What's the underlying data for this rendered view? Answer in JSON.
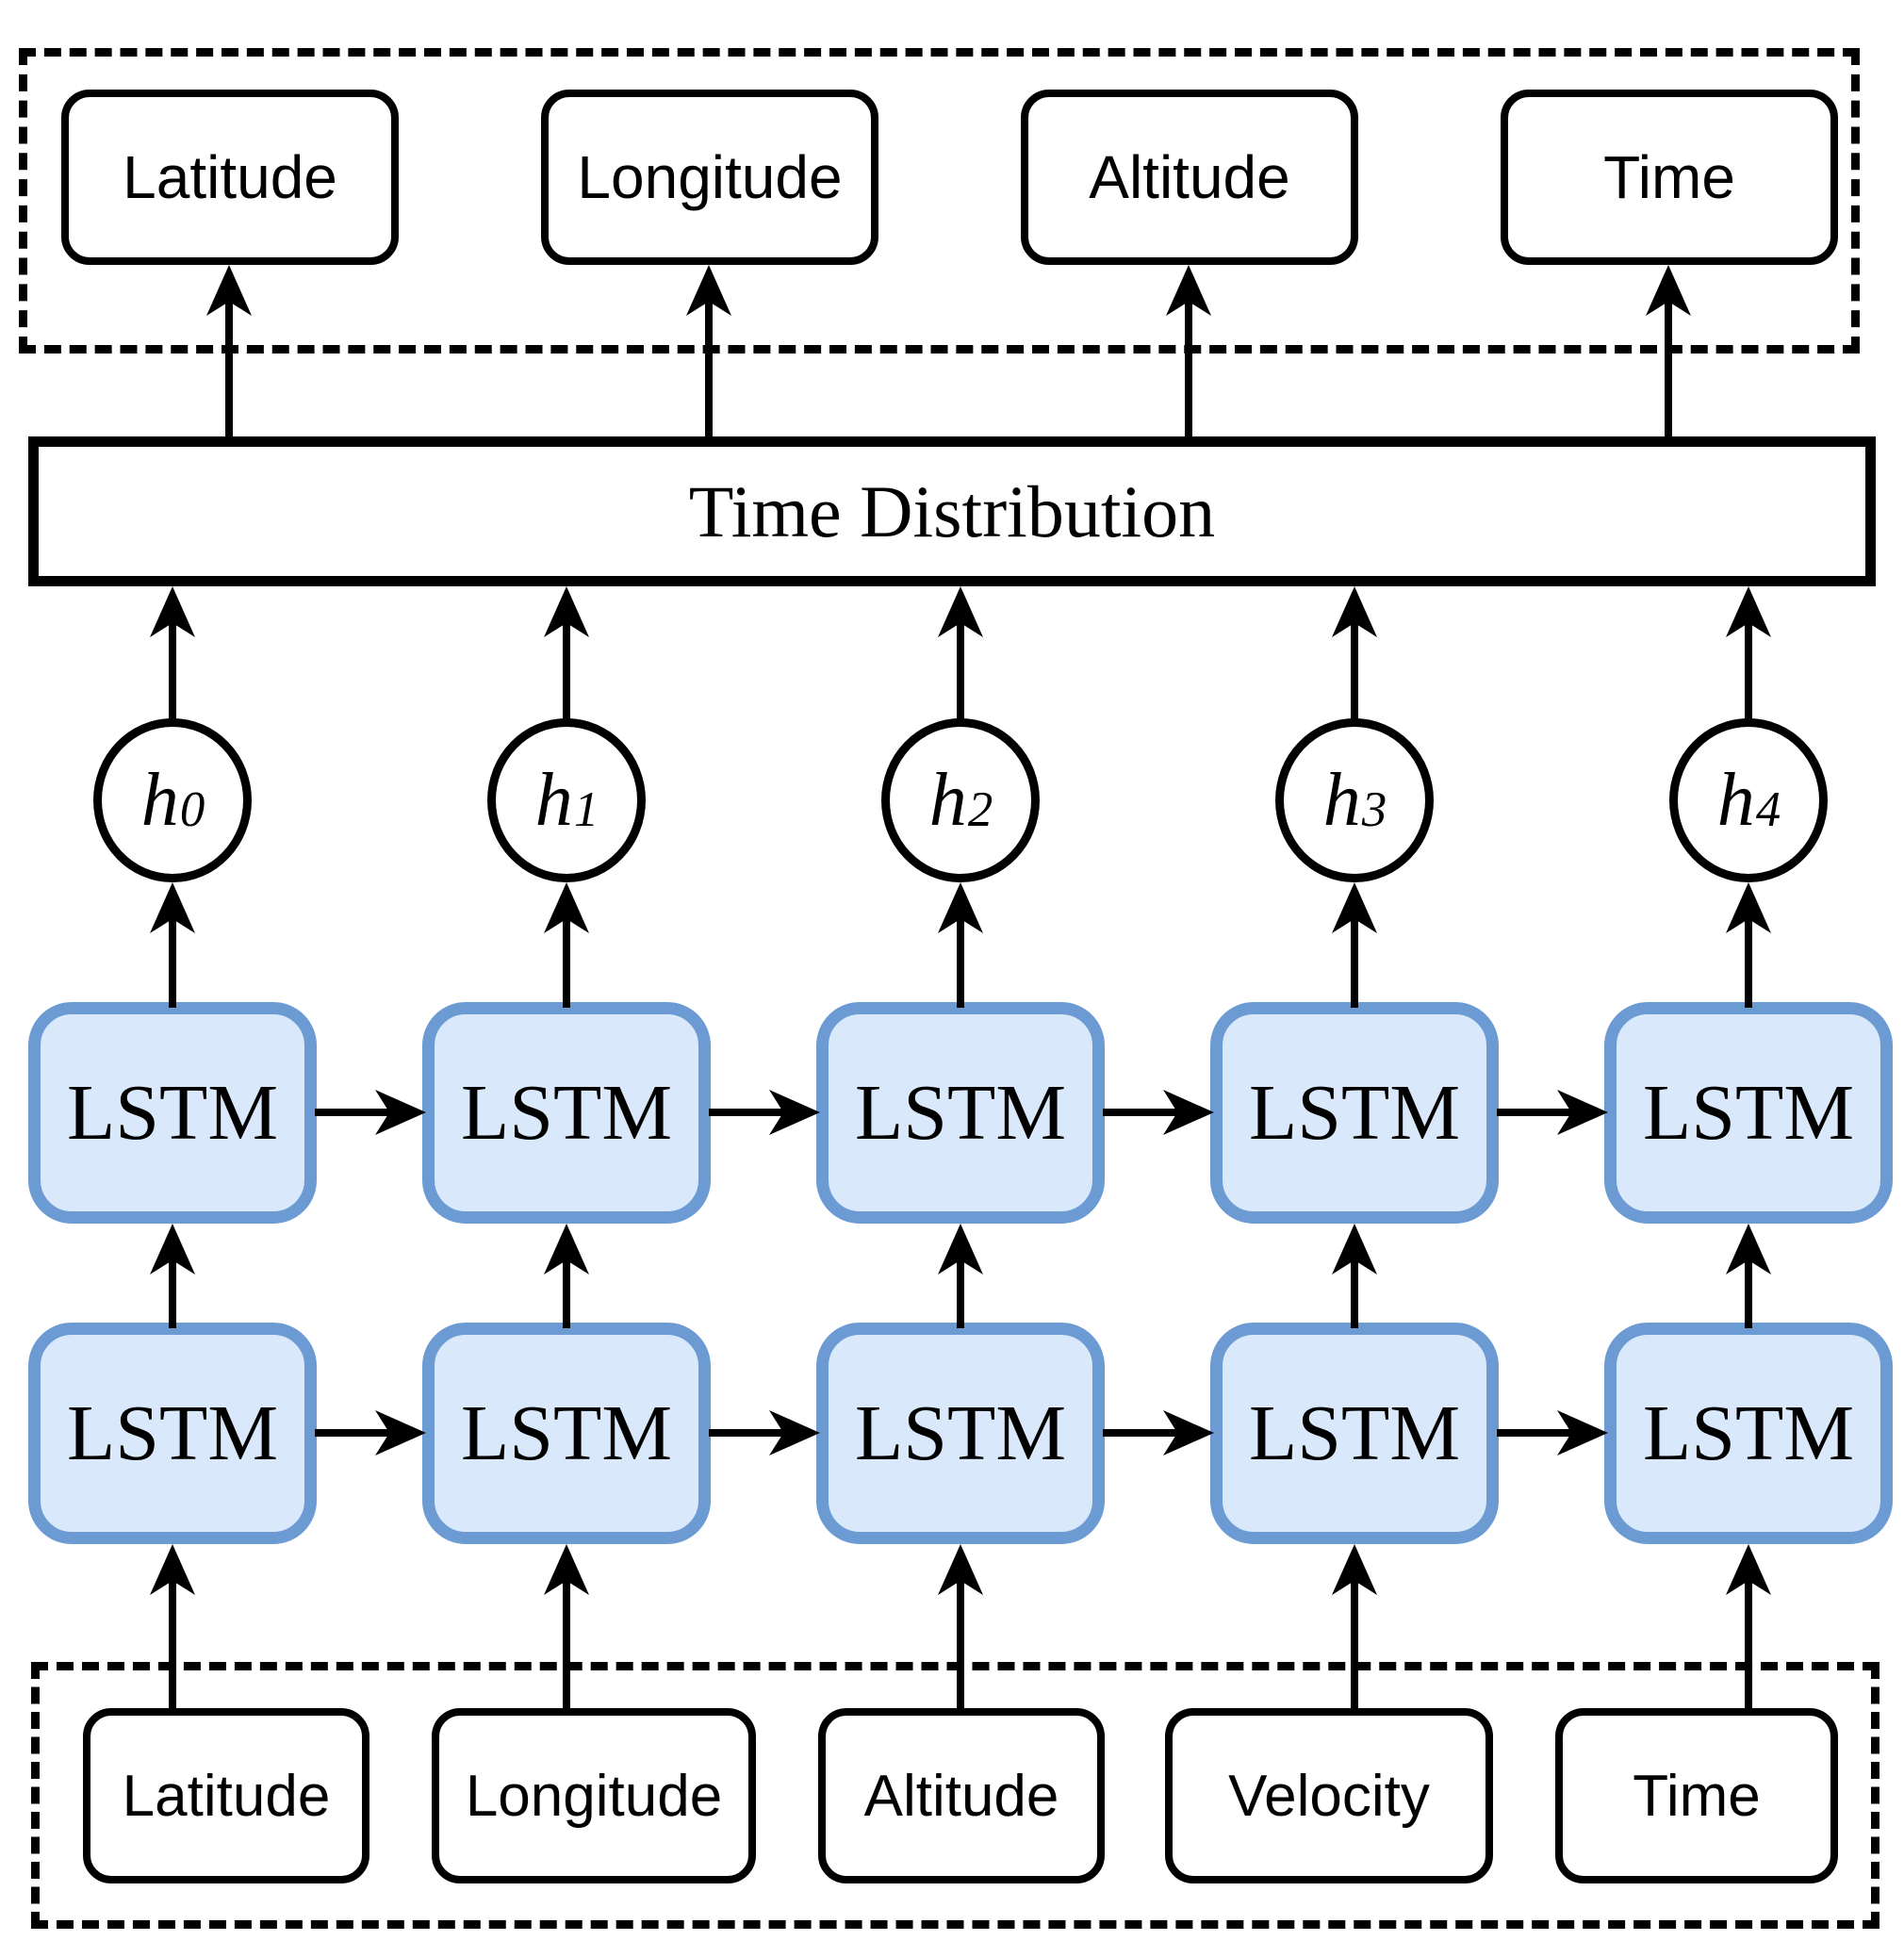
{
  "diagram": {
    "type": "lstm-architecture",
    "output_layer": {
      "boxes": [
        "Latitude",
        "Longitude",
        "Altitude",
        "Time"
      ]
    },
    "time_distribution": {
      "label": "Time Distribution"
    },
    "hidden_states": [
      {
        "base": "h",
        "sub": "0"
      },
      {
        "base": "h",
        "sub": "1"
      },
      {
        "base": "h",
        "sub": "2"
      },
      {
        "base": "h",
        "sub": "3"
      },
      {
        "base": "h",
        "sub": "4"
      }
    ],
    "lstm_label": "LSTM",
    "input_layer": {
      "boxes": [
        "Latitude",
        "Longitude",
        "Altitude",
        "Velocity",
        "Time"
      ]
    },
    "colors": {
      "lstm_fill": "#d9e8fb",
      "lstm_border": "#6b9bd2",
      "line": "#000000",
      "box_border": "#000000",
      "background": "#ffffff"
    }
  }
}
